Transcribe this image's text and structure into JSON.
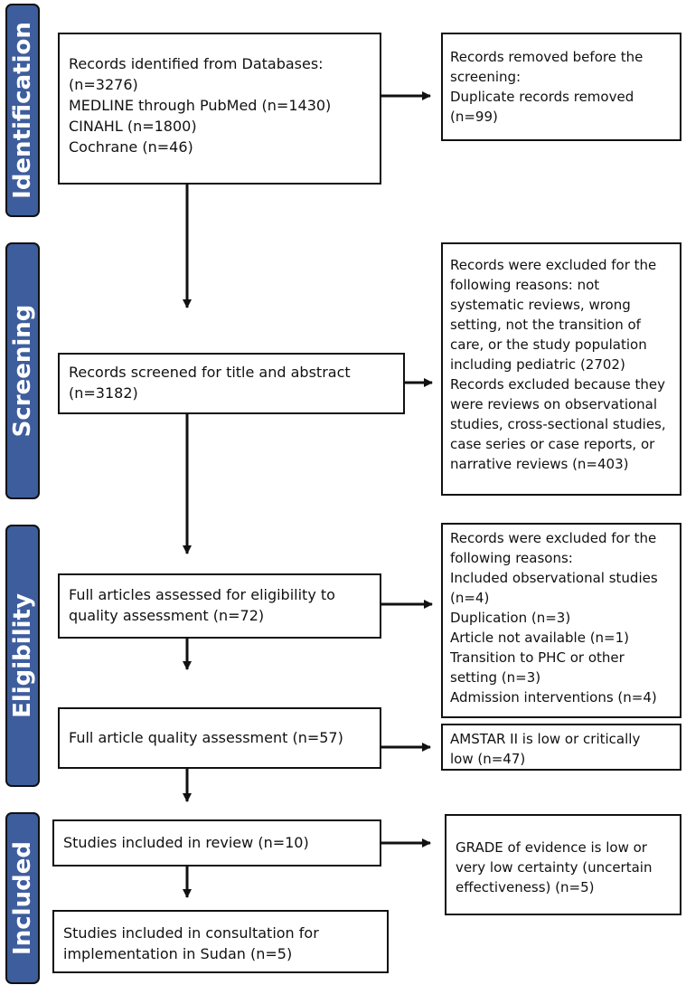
{
  "stages": {
    "identification": "Identification",
    "screening": "Screening",
    "eligibility": "Eligibility",
    "included": "Included"
  },
  "boxes": {
    "identified": [
      "Records identified from Databases:",
      "(n=3276)",
      "MEDLINE through PubMed (n=1430)",
      "CINAHL (n=1800)",
      "Cochrane (n=46)"
    ],
    "removed_before_screening": [
      "Records removed before the",
      "screening:",
      "Duplicate records removed",
      "(n=99)"
    ],
    "screened": [
      "Records screened for title and abstract",
      "(n=3182)"
    ],
    "screening_excluded": [
      "Records were excluded for the",
      "following reasons: not",
      "systematic reviews, wrong",
      "setting, not the transition of",
      "care, or the study population",
      "including pediatric (2702)",
      "Records excluded because they",
      "were reviews on observational",
      "studies, cross-sectional studies,",
      "case series or case reports, or",
      "narrative reviews (n=403)"
    ],
    "full_articles": [
      "Full articles assessed for eligibility to",
      "quality assessment (n=72)"
    ],
    "eligibility_excluded": [
      "Records were excluded for the",
      "following reasons:",
      "Included observational studies",
      "(n=4)",
      "Duplication (n=3)",
      "Article not available (n=1)",
      "Transition to PHC or other",
      "setting (n=3)",
      "Admission interventions (n=4)"
    ],
    "quality_assessment": [
      "Full article quality assessment (n=57)"
    ],
    "amstar": [
      "AMSTAR II is low or critically",
      "low (n=47)"
    ],
    "included_review": [
      "Studies included in review (n=10)"
    ],
    "grade": [
      "GRADE of evidence is low or",
      "very low certainty (uncertain",
      "effectiveness) (n=5)"
    ],
    "consultation": [
      "Studies included in consultation for",
      "implementation in Sudan  (n=5)"
    ]
  }
}
